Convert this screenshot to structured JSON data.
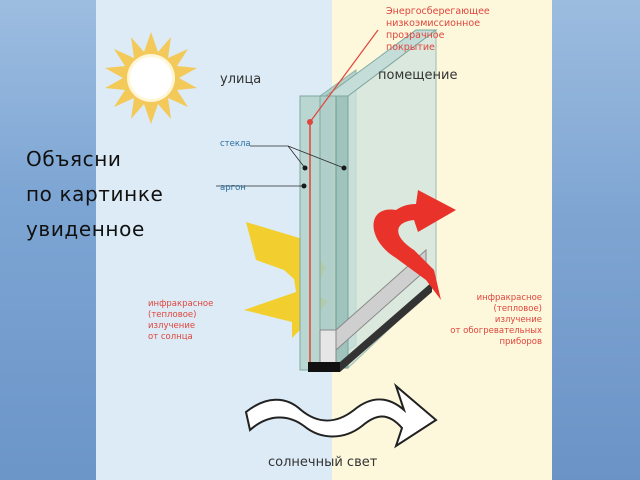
{
  "slide": {
    "caption_lines": [
      "Объясни",
      "по картинке",
      "увиденное"
    ]
  },
  "diagram": {
    "label_outside": "улица",
    "label_inside": "помещение",
    "label_coating": [
      "Энергосберегающее",
      "низкоэмиссионное",
      "прозрачное",
      "покрытие"
    ],
    "label_glass": "стекла",
    "label_argon": "аргон",
    "label_ir_sun": [
      "инфракрасное",
      "(тепловое)",
      "излучение",
      "от солнца"
    ],
    "label_ir_heaters": [
      "инфракрасное",
      "(тепловое)",
      "излучение",
      "от обогревательных",
      "приборов"
    ],
    "label_sunlight": "солнечный свет",
    "colors": {
      "outside_bg": "#dcebf6",
      "inside_bg": "#fdf7dc",
      "red_label": "#e0463c",
      "red_arrow": "#e8322a",
      "yellow_arrow": "#f2cf2e",
      "sun": "#f3c95a",
      "glass": "#8fb8b0"
    }
  }
}
